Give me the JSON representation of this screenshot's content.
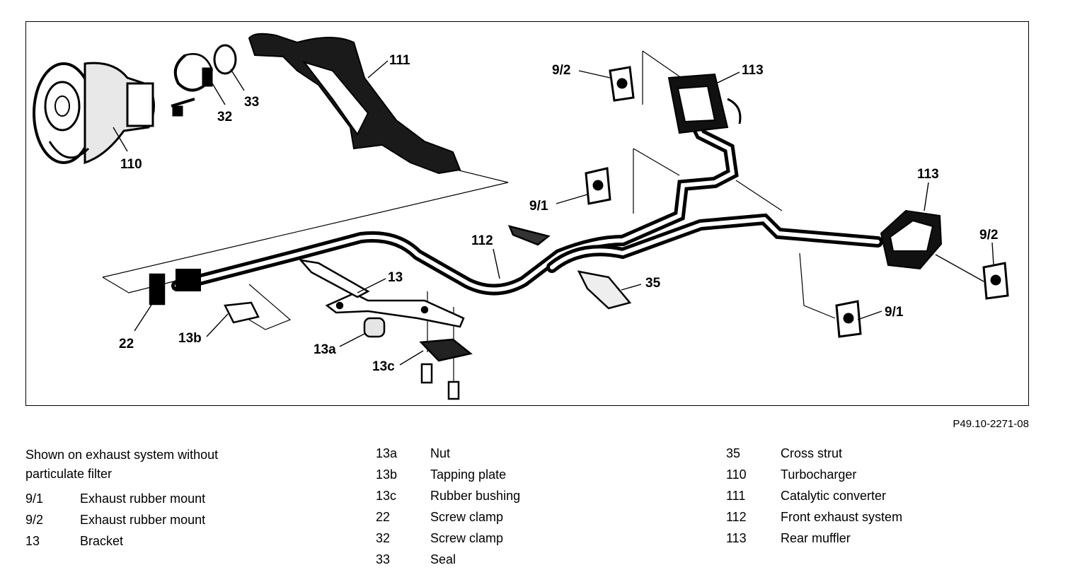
{
  "figure_ref": "P49.10-2271-08",
  "note": "Shown on exhaust system without particulate filter",
  "callouts": {
    "c111": "111",
    "c33": "33",
    "c32": "32",
    "c110": "110",
    "c9_2a": "9/2",
    "c113a": "113",
    "c9_1a": "9/1",
    "c113b": "113",
    "c9_2b": "9/2",
    "c112": "112",
    "c13": "13",
    "c35": "35",
    "c9_1b": "9/1",
    "c22": "22",
    "c13b": "13b",
    "c13a": "13a",
    "c13c": "13c"
  },
  "legend": {
    "col1": [
      {
        "num": "9/1",
        "label": "Exhaust rubber mount"
      },
      {
        "num": "9/2",
        "label": "Exhaust rubber mount"
      },
      {
        "num": "13",
        "label": "Bracket"
      }
    ],
    "col2": [
      {
        "num": "13a",
        "label": "Nut"
      },
      {
        "num": "13b",
        "label": "Tapping plate"
      },
      {
        "num": "13c",
        "label": "Rubber bushing"
      },
      {
        "num": "22",
        "label": "Screw clamp"
      },
      {
        "num": "32",
        "label": "Screw clamp"
      },
      {
        "num": "33",
        "label": "Seal"
      }
    ],
    "col3": [
      {
        "num": "35",
        "label": "Cross strut"
      },
      {
        "num": "110",
        "label": "Turbocharger"
      },
      {
        "num": "111",
        "label": "Catalytic converter"
      },
      {
        "num": "112",
        "label": "Front exhaust system"
      },
      {
        "num": "113",
        "label": "Rear muffler"
      }
    ]
  }
}
